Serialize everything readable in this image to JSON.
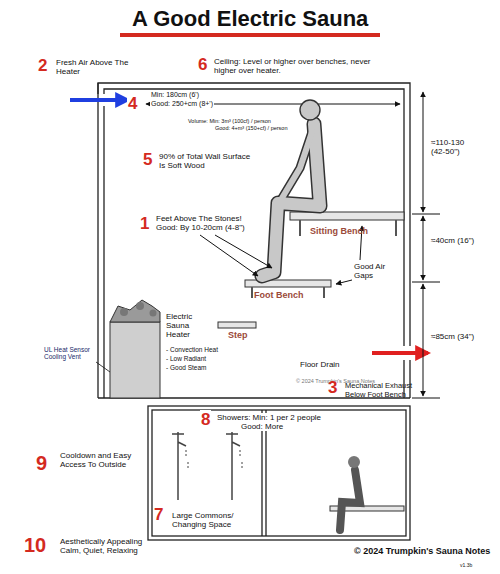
{
  "diagram": {
    "title": "A Good Electric Sauna",
    "caption": "© 2024 Trumpkin's Sauna Notes",
    "labels": [
      "2",
      "Fresh Air Above The Heater",
      "6",
      "Ceiling: Level or higher over benches, never higher over heater.",
      "4",
      "Min: 180cm (6')",
      "Good: 250+cm (8+')",
      "Volume: Min: 3m³ (100cf) / person",
      "Good: 4+m³ (150+cf) / person",
      "5",
      "90% of Total Wall Surface Is Soft Wood",
      "1",
      "Feet Above The Stones!",
      "Good: By 10-20cm (4-8\")",
      "≈110-130 (42-50\")",
      "≈40cm (16\")",
      "≈85cm (34\")",
      "Sitting Bench",
      "Foot Bench",
      "Good Air Gaps",
      "Electric Sauna Heater",
      "- Convection Heat",
      "- Low Radiant",
      "- Good Steam",
      "UL Heat Sensor Cooling Vent",
      "Step",
      "Floor Drain",
      "© 2024 Trumpkin's Sauna Notes",
      "3",
      "Mechanical Exhaust Below Foot Bench",
      "8",
      "Showers: Min: 1 per 2 people",
      "Good: More",
      "9",
      "Cooldown and Easy Access To Outside",
      "7",
      "Large Commons/ Changing Space",
      "10",
      "Aesthetically Appealing Calm, Quiet, Relaxing",
      "v1.3b"
    ]
  }
}
